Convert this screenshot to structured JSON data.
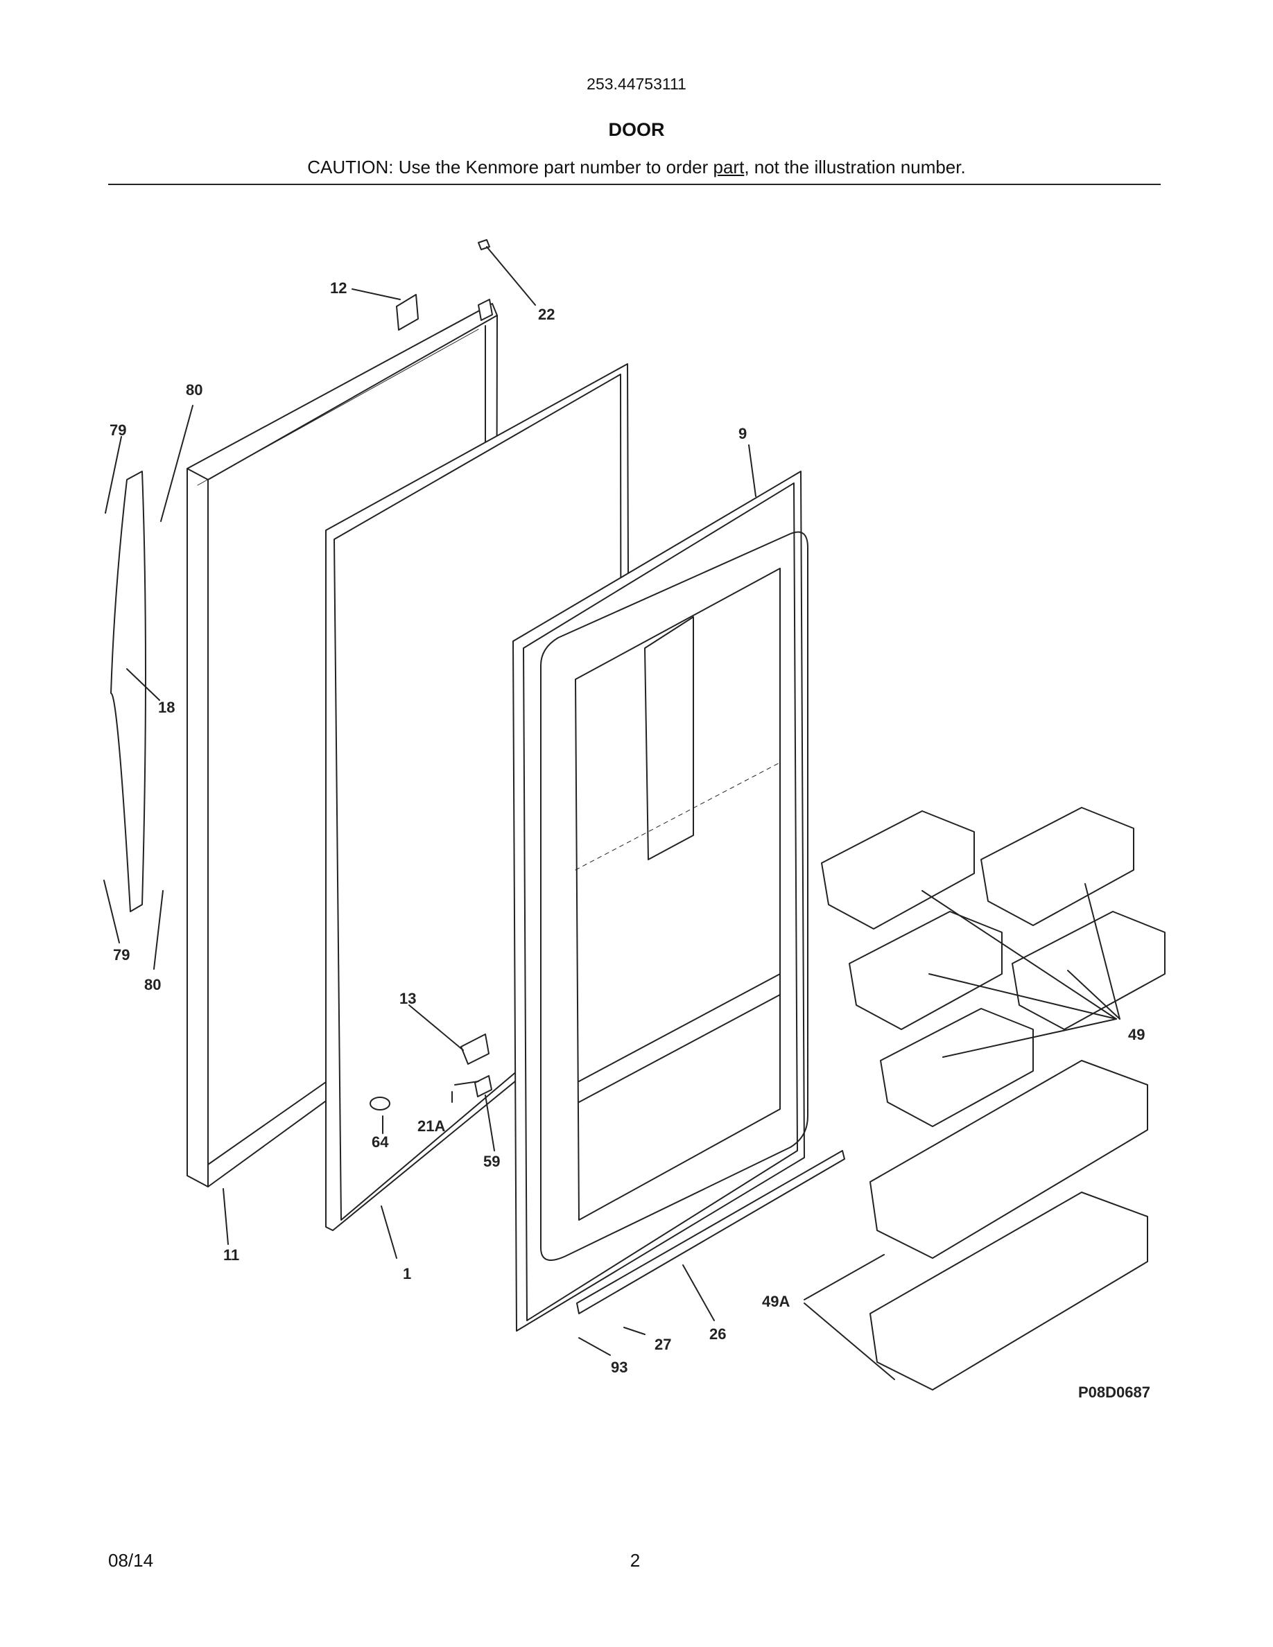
{
  "header": {
    "model_number": "253.44753111",
    "section_title": "DOOR",
    "caution_prefix": "CAUTION: Use the Kenmore part number to order ",
    "caution_link": "part",
    "caution_suffix": ", not the illustration number."
  },
  "diagram": {
    "code": "P08D0687",
    "callouts": [
      "12",
      "22",
      "80",
      "79",
      "9",
      "18",
      "79",
      "80",
      "13",
      "49",
      "21A",
      "64",
      "59",
      "11",
      "1",
      "49A",
      "26",
      "27",
      "93"
    ]
  },
  "footer": {
    "date": "08/14",
    "page_number": "2"
  },
  "colors": {
    "line": "#222222",
    "background": "#ffffff"
  }
}
